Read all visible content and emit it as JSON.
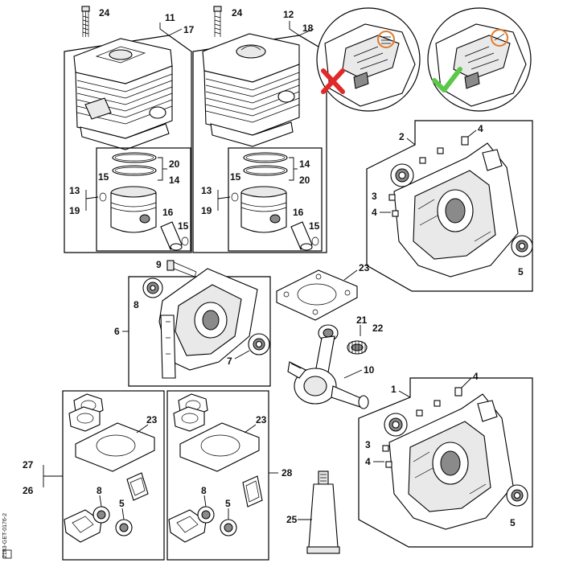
{
  "labels": {
    "p24a": "24",
    "p11": "11",
    "p17": "17",
    "p24b": "24",
    "p12": "12",
    "p18": "18",
    "p20a": "20",
    "p14a": "14",
    "p15a": "15",
    "p13a": "13",
    "p19a": "19",
    "p16a": "16",
    "p15b": "15",
    "p14b": "14",
    "p20b": "20",
    "p15c": "15",
    "p13b": "13",
    "p19b": "19",
    "p16b": "16",
    "p15d": "15",
    "p2": "2",
    "p4a": "4",
    "p3a": "3",
    "p4b": "4",
    "p5a": "5",
    "p9": "9",
    "p23a": "23",
    "p8a": "8",
    "p6": "6",
    "p7": "7",
    "p21": "21",
    "p22": "22",
    "p10": "10",
    "p1": "1",
    "p4c": "4",
    "p3b": "3",
    "p4d": "4",
    "p5b": "5",
    "p23b": "23",
    "p23c": "23",
    "p27": "27",
    "p26": "26",
    "p8b": "8",
    "p5c": "5",
    "p8c": "8",
    "p5d": "5",
    "p28": "28",
    "p25": "25"
  },
  "side_code": "2183-GET-0176-2"
}
